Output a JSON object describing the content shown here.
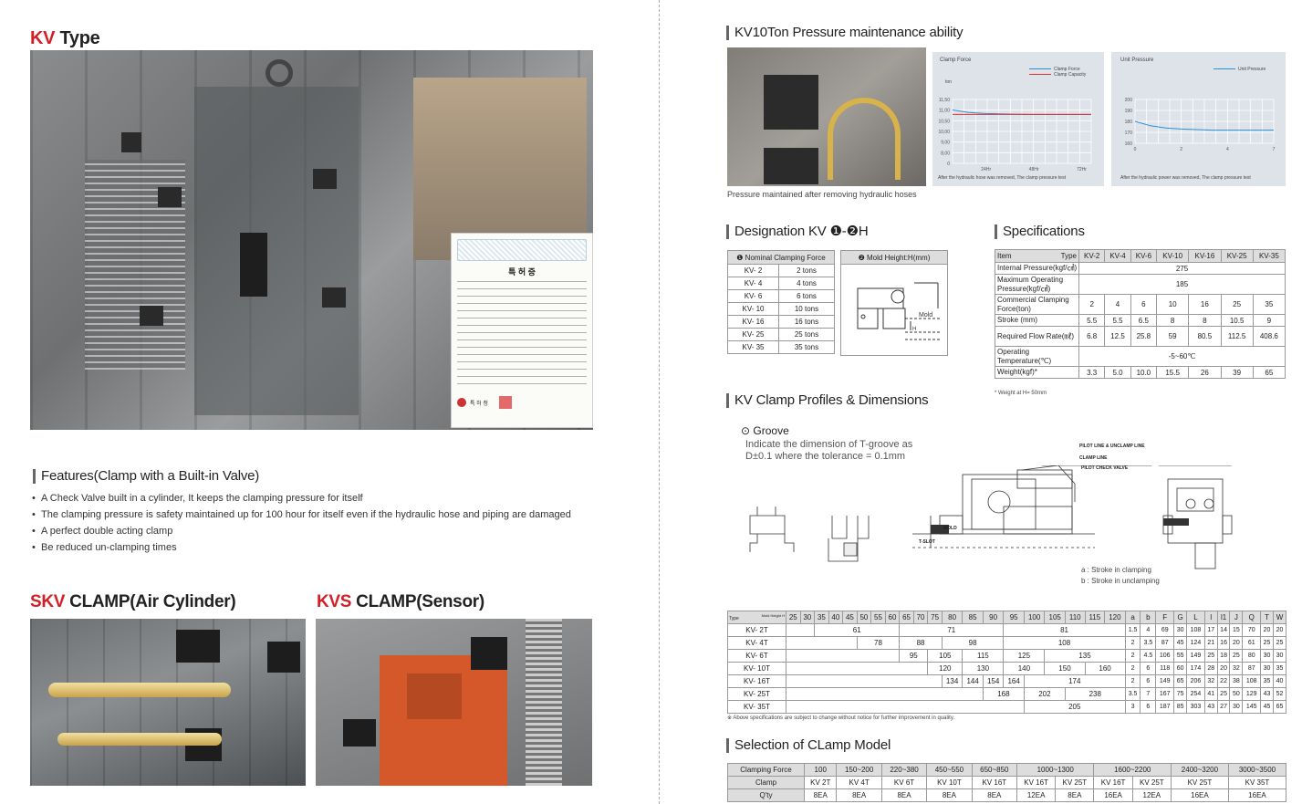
{
  "left": {
    "kv_title": {
      "red": "KV",
      "rest": "Type"
    },
    "certificate": {
      "title": "특 허 증",
      "footer": "특 허 청"
    },
    "features": {
      "heading": "Features(Clamp with a Built-in Valve)",
      "items": [
        "A Check Valve built in a cylinder, It keeps the clamping pressure for itself",
        "The clamping pressure is safety maintained up for 100 hour for itself even if the hydraulic hose and piping are damaged",
        "A perfect double acting clamp",
        "Be reduced un-clamping times"
      ]
    },
    "skv_title": {
      "red": "SKV",
      "rest": "CLAMP(Air Cylinder)"
    },
    "kvs_title": {
      "red": "KVS",
      "rest": "CLAMP(Sensor)"
    }
  },
  "right": {
    "pressure": {
      "heading": "KV10Ton Pressure maintenance ability",
      "caption": "Pressure maintained after removing hydraulic hoses"
    },
    "chart_data": [
      {
        "type": "line",
        "title": "Clamp Force",
        "ylabel": "ton",
        "yticks": [
          "11,50",
          "11,00",
          "10,50",
          "10,00",
          "9,00",
          "8,00",
          "0"
        ],
        "xticks": [
          "24Hr",
          "48Hr",
          "72Hr"
        ],
        "ylim": [
          8,
          11.5
        ],
        "series": [
          {
            "name": "Clamp Force",
            "color": "#2a8fd8",
            "values": [
              10.45,
              10.2,
              10.1,
              10.05,
              10.02,
              10.0,
              10.0,
              10.0,
              10.0,
              10.0
            ]
          },
          {
            "name": "Clamp Capacity",
            "color": "#e03030",
            "values": [
              10.0,
              10.0,
              10.0,
              10.0,
              10.0,
              10.0,
              10.0,
              10.0,
              10.0,
              10.0
            ]
          }
        ],
        "note": "After the hydraulic hose was removed, The clamp pressure test"
      },
      {
        "type": "line",
        "title": "Unit Pressure",
        "yticks": [
          "200",
          "190",
          "180",
          "170",
          "160"
        ],
        "xticks": [
          "0",
          "2",
          "4",
          "7"
        ],
        "ylim": [
          160,
          200
        ],
        "series": [
          {
            "name": "Unit Pressure",
            "color": "#2a8fd8",
            "values": [
              180,
              176,
              174,
              173,
              172.5,
              172,
              172,
              172,
              172,
              172
            ]
          }
        ],
        "note": "After the hydraulic power was removed, The clamp pressure test"
      }
    ],
    "designation": {
      "heading": "Designation KV ❶-❷H",
      "col1": "❶ Nominal Clamping Force",
      "col2": "❷ Mold Height:H(mm)",
      "mold": "Mold",
      "rows": [
        [
          "KV- 2",
          "2 tons"
        ],
        [
          "KV- 4",
          "4 tons"
        ],
        [
          "KV- 6",
          "6 tons"
        ],
        [
          "KV- 10",
          "10 tons"
        ],
        [
          "KV- 16",
          "16 tons"
        ],
        [
          "KV- 25",
          "25 tons"
        ],
        [
          "KV- 35",
          "35 tons"
        ]
      ]
    },
    "specs": {
      "heading": "Specifications",
      "item": "Item",
      "type": "Type",
      "types": [
        "KV-2",
        "KV-4",
        "KV-6",
        "KV-10",
        "KV-16",
        "KV-25",
        "KV-35"
      ],
      "rows": [
        {
          "label": "Internal Pressure(kgf/㎠)",
          "span": "275"
        },
        {
          "label": "Maximum Operating Pressure(kgf/㎠)",
          "span": "185"
        },
        {
          "label": "Commercial Clamping Force(ton)",
          "vals": [
            "2",
            "4",
            "6",
            "10",
            "16",
            "25",
            "35"
          ]
        },
        {
          "label": "Stroke (mm)",
          "vals": [
            "5.5",
            "5.5",
            "6.5",
            "8",
            "8",
            "10.5",
            "9"
          ]
        },
        {
          "label": "Required Flow Rate(㎖)",
          "vals": [
            "6.8",
            "12.5",
            "25.8",
            "59",
            "80.5",
            "112.5",
            "408.6"
          ]
        },
        {
          "label": "Operating Temperature(℃)",
          "span": "-5~60℃"
        },
        {
          "label": "Weight(kgf)*",
          "vals": [
            "3.3",
            "5.0",
            "10.0",
            "15.5",
            "26",
            "39",
            "65"
          ]
        }
      ],
      "note": "* Weight at H= 50mm"
    },
    "profiles": {
      "heading": "KV Clamp Profiles & Dimensions",
      "groove": "Groove",
      "desc1": "Indicate the dimension of T-groove as",
      "desc2": "D±0.1 where the tolerance = 0.1mm",
      "labels": {
        "pilot": "PILOT LINE & UNCLAMP LINE",
        "clamp": "CLAMP LINE",
        "check": "PILOT CHECK VALVE",
        "mold": "MOLD",
        "tslot": "T-SLOT",
        "stroke_a": "a : Stroke in clamping",
        "stroke_b": "b : Stroke in unclamping"
      }
    },
    "dims": {
      "type": "Type",
      "mold_height": "Mold Height H",
      "heights": [
        "25",
        "30",
        "35",
        "40",
        "45",
        "50",
        "55",
        "60",
        "65",
        "70",
        "75",
        "80",
        "85",
        "90",
        "95",
        "100",
        "105",
        "110",
        "115",
        "120"
      ],
      "cols": [
        "a",
        "b",
        "F",
        "G",
        "L",
        "l",
        "l1",
        "J",
        "Q",
        "T",
        "W"
      ],
      "rows": [
        {
          "type": "KV- 2T",
          "h": [
            "61",
            "71",
            "81"
          ],
          "d": [
            "1.5",
            "4",
            "69",
            "30",
            "108",
            "17",
            "14",
            "15",
            "70",
            "20",
            "20"
          ]
        },
        {
          "type": "KV- 4T",
          "h": [
            "78",
            "88",
            "98",
            "108"
          ],
          "d": [
            "2",
            "3.5",
            "87",
            "45",
            "124",
            "21",
            "16",
            "20",
            "61",
            "25",
            "25"
          ]
        },
        {
          "type": "KV- 6T",
          "h": [
            "95",
            "105",
            "115",
            "125",
            "135"
          ],
          "d": [
            "2",
            "4.5",
            "106",
            "55",
            "149",
            "25",
            "18",
            "25",
            "80",
            "30",
            "30"
          ]
        },
        {
          "type": "KV- 10T",
          "h": [
            "120",
            "130",
            "140",
            "150",
            "160"
          ],
          "d": [
            "2",
            "6",
            "118",
            "60",
            "174",
            "28",
            "20",
            "32",
            "87",
            "30",
            "35"
          ]
        },
        {
          "type": "KV- 16T",
          "h": [
            "134",
            "144",
            "154",
            "164",
            "174"
          ],
          "d": [
            "2",
            "6",
            "149",
            "65",
            "206",
            "32",
            "22",
            "38",
            "108",
            "35",
            "40"
          ]
        },
        {
          "type": "KV- 25T",
          "h": [
            "168",
            "202",
            "238"
          ],
          "d": [
            "3.5",
            "7",
            "167",
            "75",
            "254",
            "41",
            "25",
            "50",
            "129",
            "43",
            "52"
          ]
        },
        {
          "type": "KV- 35T",
          "h": [
            "205"
          ],
          "d": [
            "3",
            "6",
            "187",
            "85",
            "303",
            "43",
            "27",
            "30",
            "145",
            "45",
            "65"
          ]
        }
      ],
      "note": "※ Above specifications are subject to change without notice for further improvement in quality."
    },
    "selection": {
      "heading": "Selection of CLamp Model",
      "rows": [
        [
          "Clamping Force",
          "100",
          "150~200",
          "220~380",
          "450~550",
          "650~850",
          "1000~1300",
          "1600~2200",
          "2400~3200",
          "3000~3500"
        ],
        [
          "Clamp",
          "KV 2T",
          "KV 4T",
          "KV 6T",
          "KV 10T",
          "KV 16T",
          "KV 16T",
          "KV 25T",
          "KV 16T",
          "KV 25T",
          "KV 25T",
          "KV 35T"
        ],
        [
          "Q'ty",
          "8EA",
          "8EA",
          "8EA",
          "8EA",
          "8EA",
          "12EA",
          "8EA",
          "16EA",
          "12EA",
          "16EA",
          "16EA"
        ]
      ]
    }
  }
}
